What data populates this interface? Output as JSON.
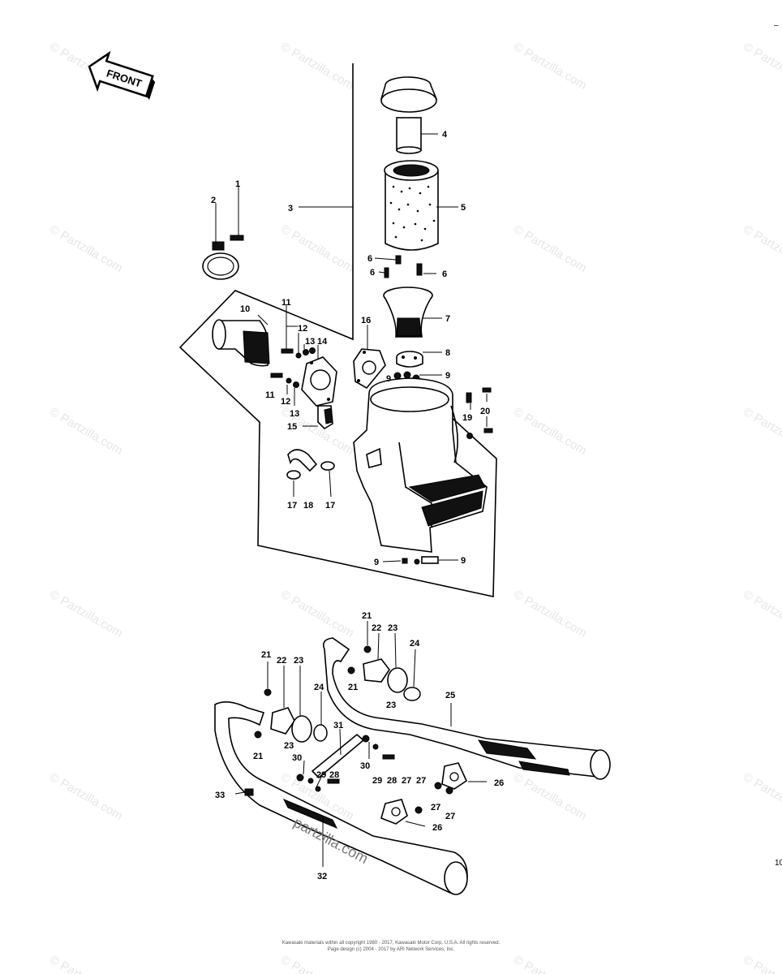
{
  "watermark": "© Partzilla.com",
  "brand_stamp": "partzilla.com",
  "front_label": "FRONT",
  "edge_marks": {
    "top_right": "–",
    "page_number": "10"
  },
  "copyright_lines": [
    "Kawasaki materials within all copyright 1980 - 2017, Kawasaki Motor Corp. U.S.A. All rights reserved.",
    "Page design (c) 2004 - 2017 by ARI Network Services, Inc."
  ],
  "part_numbers": [
    "1",
    "2",
    "3",
    "4",
    "5",
    "6",
    "6",
    "6",
    "7",
    "8",
    "9",
    "9",
    "9",
    "9",
    "10",
    "11",
    "11",
    "12",
    "12",
    "13",
    "13",
    "14",
    "15",
    "16",
    "17",
    "17",
    "18",
    "19",
    "20",
    "21",
    "22",
    "23",
    "24",
    "25",
    "21",
    "21",
    "22",
    "23",
    "23",
    "24",
    "21",
    "23",
    "31",
    "30",
    "29",
    "28",
    "30",
    "29",
    "28",
    "27",
    "27",
    "27",
    "27",
    "26",
    "26",
    "32",
    "33"
  ]
}
